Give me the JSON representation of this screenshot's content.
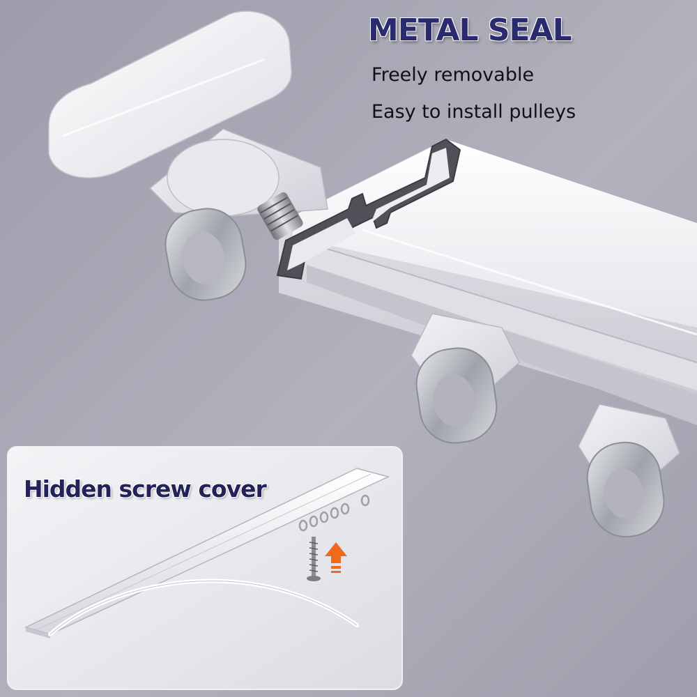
{
  "headline": "METAL SEAL",
  "features": [
    "Freely removable",
    "Easy to install pulleys"
  ],
  "inset": {
    "title": "Hidden screw cover"
  },
  "colors": {
    "background": "#a7a6b3",
    "headline_text": "#2a2a6e",
    "track_white": "#f4f4f7",
    "ring_metal": "#b9bcc2",
    "arrow_accent": "#f06a1e",
    "inset_background": "#ededf1"
  },
  "icons": [
    "up-arrow-icon",
    "screw-icon"
  ]
}
